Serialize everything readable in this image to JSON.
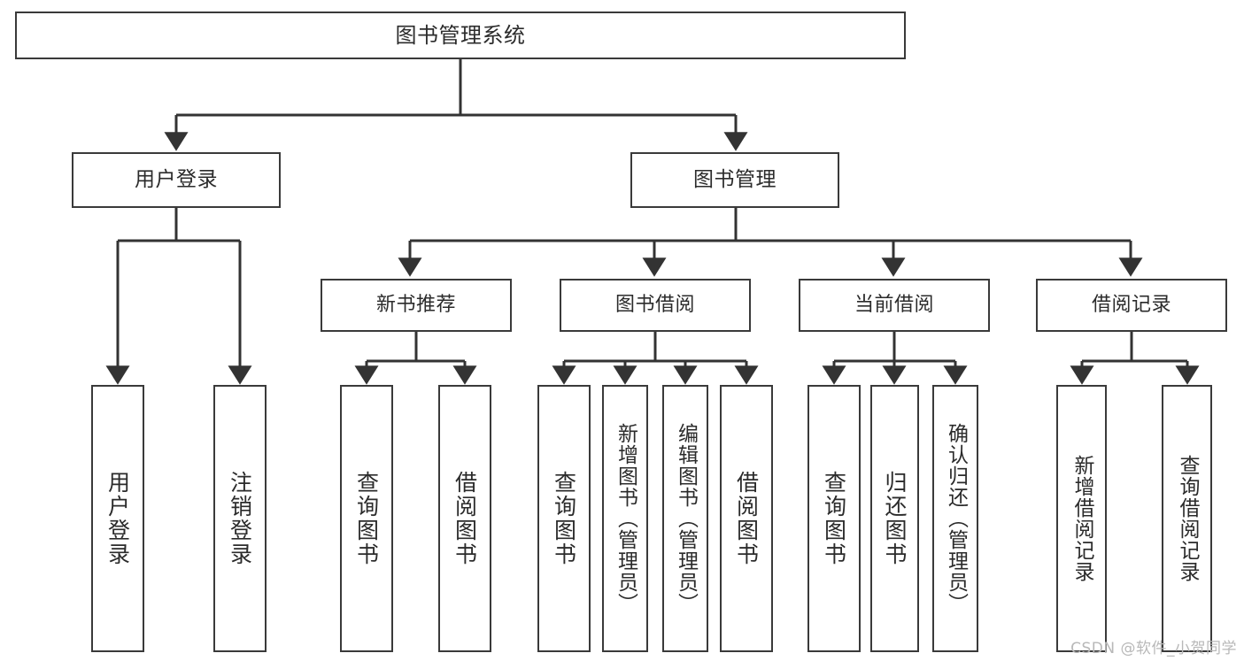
{
  "diagram": {
    "title": "图书管理系统",
    "type": "tree-hierarchy",
    "watermark": "CSDN @软件_小贺同学",
    "colors": {
      "box_border": "#3a3a3a",
      "box_fill": "#ffffff",
      "text": "#2b2b2b",
      "edge": "#333333",
      "watermark": "#b8b8b8"
    },
    "root": {
      "label": "图书管理系统"
    },
    "level1": [
      {
        "label": "用户登录"
      },
      {
        "label": "图书管理"
      }
    ],
    "level2": [
      {
        "label": "新书推荐"
      },
      {
        "label": "图书借阅"
      },
      {
        "label": "当前借阅"
      },
      {
        "label": "借阅记录"
      }
    ],
    "leaves": {
      "user_login": [
        {
          "label": "用户登录"
        },
        {
          "label": "注销登录"
        }
      ],
      "new_book_rec": [
        {
          "label": "查询图书"
        },
        {
          "label": "借阅图书"
        }
      ],
      "book_borrow": [
        {
          "label": "查询图书"
        },
        {
          "label": "新增图书（管理员）"
        },
        {
          "label": "编辑图书（管理员）"
        },
        {
          "label": "借阅图书"
        }
      ],
      "current_borrow": [
        {
          "label": "查询图书"
        },
        {
          "label": "归还图书"
        },
        {
          "label": "确认归还（管理员）"
        }
      ],
      "borrow_record": [
        {
          "label": "新增借阅记录"
        },
        {
          "label": "查询借阅记录"
        }
      ]
    }
  }
}
